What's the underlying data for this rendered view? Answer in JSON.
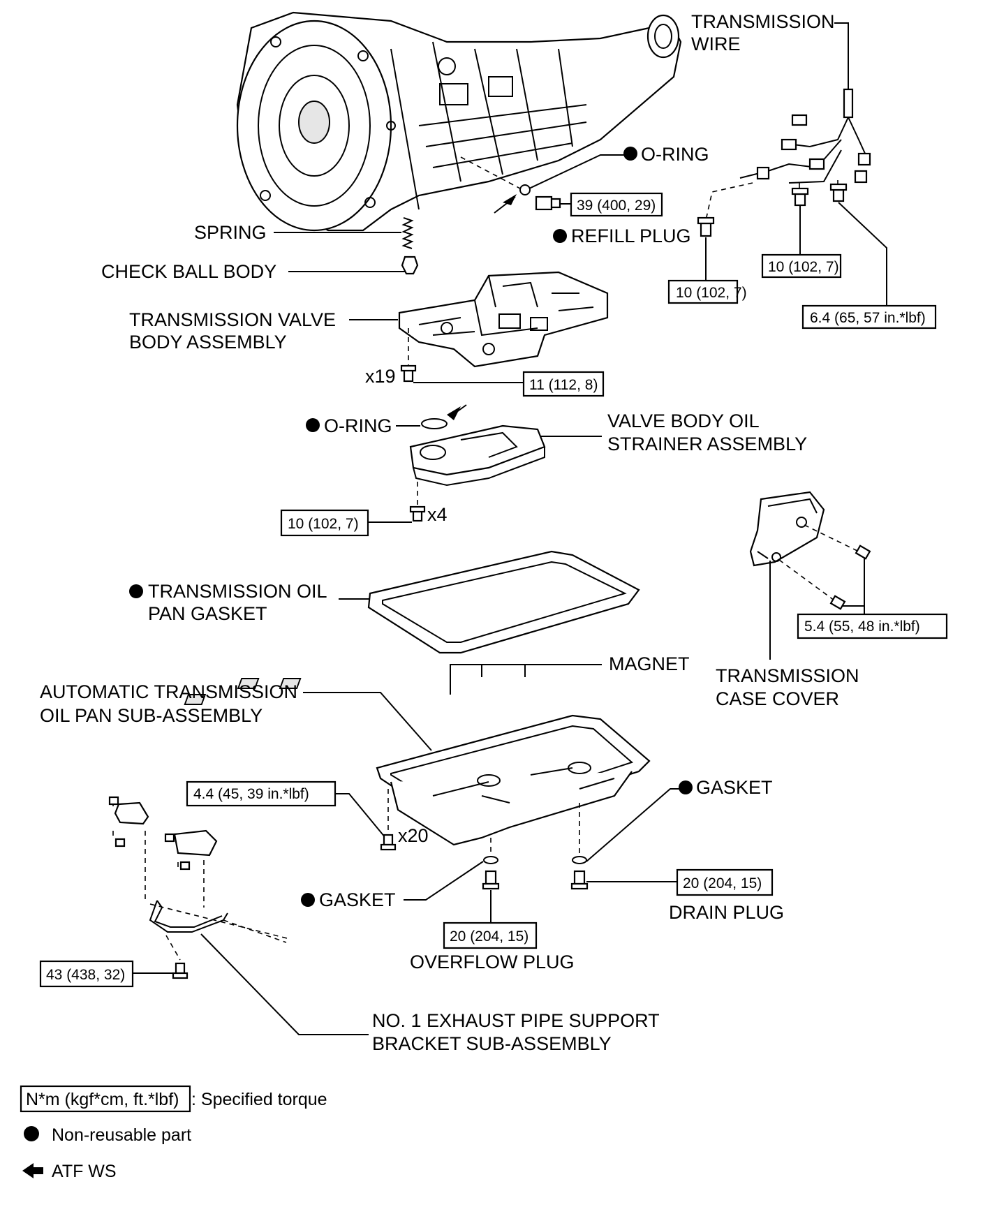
{
  "labels": {
    "transmission_wire": [
      "TRANSMISSION",
      "WIRE"
    ],
    "o_ring_top": "O-RING",
    "refill_plug": "REFILL PLUG",
    "spring": "SPRING",
    "check_ball_body": "CHECK BALL BODY",
    "valve_body": [
      "TRANSMISSION VALVE",
      "BODY ASSEMBLY"
    ],
    "x19": "x19",
    "o_ring_mid": "O-RING",
    "oil_strainer": [
      "VALVE BODY OIL",
      "STRAINER ASSEMBLY"
    ],
    "x4": "x4",
    "oil_pan_gasket": [
      "TRANSMISSION OIL",
      "PAN GASKET"
    ],
    "magnet": "MAGNET",
    "case_cover": [
      "TRANSMISSION",
      "CASE COVER"
    ],
    "oil_pan": [
      "AUTOMATIC TRANSMISSION",
      "OIL PAN SUB-ASSEMBLY"
    ],
    "x20": "x20",
    "gasket_right": "GASKET",
    "gasket_left": "GASKET",
    "drain_plug": "DRAIN PLUG",
    "overflow_plug": "OVERFLOW PLUG",
    "exhaust_bracket": [
      "NO. 1 EXHAUST PIPE SUPPORT",
      "BRACKET SUB-ASSEMBLY"
    ]
  },
  "torques": {
    "refill_plug": "39 (400, 29)",
    "wire_a": "10 (102, 7)",
    "wire_b": "10 (102, 7)",
    "wire_c": "6.4 (65, 57 in.*lbf)",
    "valve_body": "11 (112, 8)",
    "strainer": "10 (102, 7)",
    "case_cover": "5.4 (55, 48 in.*lbf)",
    "oil_pan": "4.4 (45, 39 in.*lbf)",
    "drain_plug": "20 (204, 15)",
    "overflow_plug": "20 (204, 15)",
    "bracket": "43 (438, 32)"
  },
  "legend": {
    "torque_unit": "N*m (kgf*cm, ft.*lbf)",
    "torque_text": ": Specified torque",
    "non_reusable": "Non-reusable part",
    "atf": "ATF WS"
  }
}
